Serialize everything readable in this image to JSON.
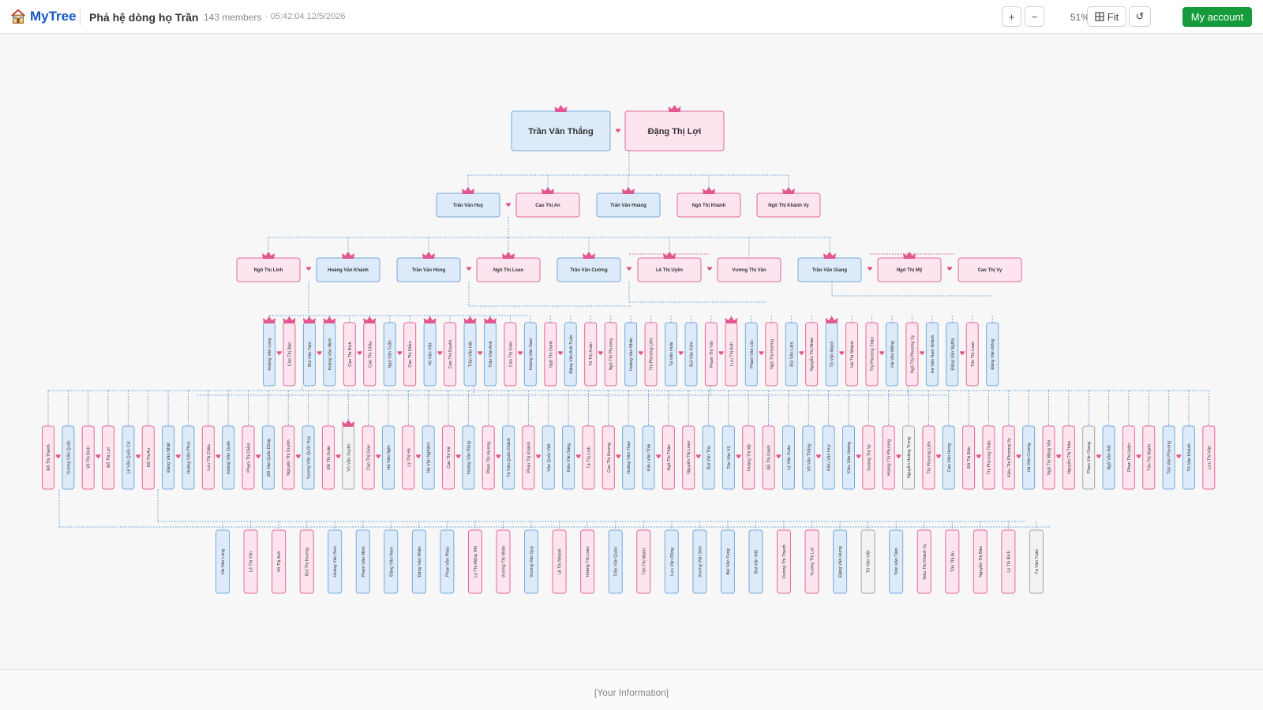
{
  "header": {
    "app_name": "MyTree",
    "tree_title": "Phả hệ dòng họ Trần",
    "members": "143 members",
    "stamp": "· 05:42:04 12/5/2026",
    "zoom_in": "+",
    "zoom_out": "−",
    "zoom_level": "51%",
    "fit_label": "Fit",
    "refresh": "↺",
    "account_label": "My account"
  },
  "colors": {
    "male_fill": "#dceaf9",
    "male_border": "#7aa9db",
    "female_fill": "#fde4ef",
    "female_border": "#e26a98",
    "unknown_fill": "#f2f2f2",
    "unknown_border": "#a8a8a8",
    "accent": "#e2578f",
    "account_bg": "#169b3c"
  },
  "tree": {
    "root": [
      {
        "name": "Trần Văn Thắng",
        "g": "m",
        "crown": true
      },
      {
        "name": "Đặng Thị Lợi",
        "g": "f",
        "crown": true
      }
    ],
    "gen1": [
      {
        "name": "Trần Văn Huy",
        "g": "m",
        "crown": true
      },
      {
        "name": "Cao Thị An",
        "g": "f",
        "crown": true
      },
      {
        "name": "Trần Văn Hoàng",
        "g": "m",
        "crown": true
      },
      {
        "name": "Ngô Thị Khánh",
        "g": "f",
        "crown": true
      },
      {
        "name": "Ngô Thị Khánh Vy",
        "g": "f",
        "crown": true
      }
    ],
    "gen2": [
      {
        "name": "Ngô Thị Linh",
        "g": "f",
        "crown": true
      },
      {
        "name": "Hoàng Văn Khánh",
        "g": "m",
        "crown": true
      },
      {
        "name": "Trần Văn Hùng",
        "g": "m",
        "crown": true
      },
      {
        "name": "Ngô Thị Loan",
        "g": "f",
        "crown": true
      },
      {
        "name": "Trần Văn Cường",
        "g": "m",
        "crown": true
      },
      {
        "name": "Lê Thị Uyên",
        "g": "f",
        "crown": true
      },
      {
        "name": "Vương Thị Vân",
        "g": "f",
        "crown": false
      },
      {
        "name": "Trần Văn Giang",
        "g": "m",
        "crown": true
      },
      {
        "name": "Ngô Thị Mỹ",
        "g": "f",
        "crown": true
      },
      {
        "name": "Cao Thị Vy",
        "g": "f",
        "crown": false
      }
    ],
    "gen3": [
      {
        "name": "Hoàng Văn Long",
        "g": "m",
        "crown": true
      },
      {
        "name": "Cao Thị Bảo",
        "g": "f",
        "crown": true
      },
      {
        "name": "Bùi Văn Tâm",
        "g": "m",
        "crown": true
      },
      {
        "name": "Hoàng Văn Minh",
        "g": "m",
        "crown": true
      },
      {
        "name": "Cao Thị Bích",
        "g": "f",
        "crown": false
      },
      {
        "name": "Cao Thị Châu",
        "g": "f",
        "crown": true
      },
      {
        "name": "Ngô Văn Tuấn",
        "g": "m",
        "crown": false
      },
      {
        "name": "Cao Thị Diễm",
        "g": "f",
        "crown": false
      },
      {
        "name": "Vũ Văn Việt",
        "g": "m",
        "crown": true
      },
      {
        "name": "Cao Thị Duyên",
        "g": "f",
        "crown": false
      },
      {
        "name": "Trần Văn Hải",
        "g": "m",
        "crown": true
      },
      {
        "name": "Trần Văn Anh",
        "g": "m",
        "crown": true
      },
      {
        "name": "Cao Thị Giao",
        "g": "f",
        "crown": false
      },
      {
        "name": "Hoàng Văn Nam",
        "g": "m",
        "crown": false
      },
      {
        "name": "Ngô Thị Oanh",
        "g": "f",
        "crown": false
      },
      {
        "name": "Đặng Văn Anh Tuấn",
        "g": "m",
        "crown": false
      },
      {
        "name": "Tô Thị Xuân",
        "g": "f",
        "crown": false
      },
      {
        "name": "Ngô Thị Phương",
        "g": "f",
        "crown": false
      },
      {
        "name": "Hoàng Văn Nhân",
        "g": "m",
        "crown": false
      },
      {
        "name": "Thị Phương Liên",
        "g": "f",
        "crown": false
      },
      {
        "name": "Tạ Văn Hoài",
        "g": "m",
        "crown": false
      },
      {
        "name": "Bùi Văn Kiên",
        "g": "m",
        "crown": false
      },
      {
        "name": "Phạm Thị Yến",
        "g": "f",
        "crown": false
      },
      {
        "name": "Lưu Thị Anh",
        "g": "f",
        "crown": true
      },
      {
        "name": "Phạm Văn Lộc",
        "g": "m",
        "crown": false
      },
      {
        "name": "Ngô Thị Hương",
        "g": "f",
        "crown": false
      },
      {
        "name": "Bùi Văn Lâm",
        "g": "m",
        "crown": false
      },
      {
        "name": "Nguyễn Thị Nhàn",
        "g": "f",
        "crown": false
      },
      {
        "name": "Tô Văn Mạnh",
        "g": "m",
        "crown": true
      },
      {
        "name": "Hà Thị Nhành",
        "g": "f",
        "crown": false
      },
      {
        "name": "Thị Phương Thảo",
        "g": "f",
        "crown": false
      },
      {
        "name": "Hà Văn Mộng",
        "g": "m",
        "crown": false
      },
      {
        "name": "Ngô Thị Phương Vy",
        "g": "f",
        "crown": false
      },
      {
        "name": "Hà Văn Nam Khánh",
        "g": "m",
        "crown": false
      },
      {
        "name": "Đặng Văn Nghĩa",
        "g": "m",
        "crown": false
      },
      {
        "name": "Tôn Thị Loan",
        "g": "f",
        "crown": false
      },
      {
        "name": "Đặng Văn Đông",
        "g": "m",
        "crown": false
      }
    ],
    "gen4": [
      {
        "name": "Đỗ Thị Thanh",
        "g": "f",
        "crown": false
      },
      {
        "name": "Vương Văn Quốc",
        "g": "m",
        "crown": false
      },
      {
        "name": "Võ Thị Bích",
        "g": "f",
        "crown": false
      },
      {
        "name": "Đỗ Thị Lợi",
        "g": "f",
        "crown": false
      },
      {
        "name": "Lê Văn Quốc Cơ",
        "g": "m",
        "crown": false
      },
      {
        "name": "Đỗ Thị An",
        "g": "f",
        "crown": false
      },
      {
        "name": "Đặng Văn Nhật",
        "g": "m",
        "crown": false
      },
      {
        "name": "Hoàng Văn Phúc",
        "g": "m",
        "crown": false
      },
      {
        "name": "Lưu Thị Châu",
        "g": "f",
        "crown": false
      },
      {
        "name": "Hoàng Văn Quân",
        "g": "m",
        "crown": false
      },
      {
        "name": "Phạm Thị Diễm",
        "g": "f",
        "crown": false
      },
      {
        "name": "Đỗ Văn Quốc Dũng",
        "g": "m",
        "crown": false
      },
      {
        "name": "Nguyễn Thị Duyên",
        "g": "f",
        "crown": false
      },
      {
        "name": "Vương Văn Quốc Huy",
        "g": "m",
        "crown": false
      },
      {
        "name": "Đỗ Thị Xuân",
        "g": "f",
        "crown": false
      },
      {
        "name": "Vũ Văn Xuyên",
        "g": "u",
        "crown": true
      },
      {
        "name": "Cao Thị Giao",
        "g": "f",
        "crown": false
      },
      {
        "name": "Hà Văn Nghi",
        "g": "m",
        "crown": false
      },
      {
        "name": "Lý Thị Hà",
        "g": "f",
        "crown": false
      },
      {
        "name": "Hà Văn Nghiêm",
        "g": "m",
        "crown": false
      },
      {
        "name": "Cao Thị Hà",
        "g": "f",
        "crown": false
      },
      {
        "name": "Hoàng Văn Rồng",
        "g": "m",
        "crown": false
      },
      {
        "name": "Phan Thị Hương",
        "g": "f",
        "crown": false
      },
      {
        "name": "Tạ Văn Quốc Khánh",
        "g": "m",
        "crown": false
      },
      {
        "name": "Phan Thị Khánh",
        "g": "f",
        "crown": false
      },
      {
        "name": "Văn Quốc Việt",
        "g": "m",
        "crown": false
      },
      {
        "name": "Kiều Văn Sáng",
        "g": "m",
        "crown": false
      },
      {
        "name": "Tạ Thị Linh",
        "g": "f",
        "crown": false
      },
      {
        "name": "Cao Thị Hương",
        "g": "f",
        "crown": false
      },
      {
        "name": "Hoàng Văn Thạo",
        "g": "m",
        "crown": false
      },
      {
        "name": "Kiều Văn Thái",
        "g": "m",
        "crown": false
      },
      {
        "name": "Ngô Thị Thảo",
        "g": "f",
        "crown": false
      },
      {
        "name": "Nguyễn Thị Loan",
        "g": "f",
        "crown": false
      },
      {
        "name": "Bùi Văn Thọ",
        "g": "m",
        "crown": false
      },
      {
        "name": "Tôn Văn Vũ",
        "g": "m",
        "crown": false
      },
      {
        "name": "Hoàng Thị Mỹ",
        "g": "f",
        "crown": false
      },
      {
        "name": "Đỗ Thị Oanh",
        "g": "f",
        "crown": false
      },
      {
        "name": "Lý Văn Xuân",
        "g": "m",
        "crown": false
      },
      {
        "name": "Võ Văn Thắng",
        "g": "m",
        "crown": false
      },
      {
        "name": "Kiều Văn Huy",
        "g": "m",
        "crown": false
      },
      {
        "name": "Kiều Văn Hoàng",
        "g": "m",
        "crown": false
      },
      {
        "name": "Vương Thị Vy",
        "g": "f",
        "crown": false
      },
      {
        "name": "Hoàng Thị Phương",
        "g": "f",
        "crown": false
      },
      {
        "name": "Nguyễn Hoàng Trung",
        "g": "u",
        "crown": false
      },
      {
        "name": "Thị Phương Liên",
        "g": "f",
        "crown": false
      },
      {
        "name": "Cao Văn Hưng",
        "g": "m",
        "crown": false
      },
      {
        "name": "Đỗ Thị Bảo",
        "g": "f",
        "crown": false
      },
      {
        "name": "Thị Phương Thảo",
        "g": "f",
        "crown": false
      },
      {
        "name": "Kiều Thị Phương Vy",
        "g": "f",
        "crown": false
      },
      {
        "name": "Hà Văn Cường",
        "g": "m",
        "crown": false
      },
      {
        "name": "Ngô Thị Mộng Nhi",
        "g": "f",
        "crown": false
      },
      {
        "name": "Nguyễn Thị Thảo",
        "g": "f",
        "crown": false
      },
      {
        "name": "Phan Văn Giang",
        "g": "u",
        "crown": false
      },
      {
        "name": "Ngô Văn Hải",
        "g": "m",
        "crown": false
      },
      {
        "name": "Phan Thị Uyên",
        "g": "f",
        "crown": false
      },
      {
        "name": "Tôn Thị Mạnh",
        "g": "f",
        "crown": false
      },
      {
        "name": "Tôn Văn Phương",
        "g": "m",
        "crown": false
      },
      {
        "name": "Tô Văn Khánh",
        "g": "m",
        "crown": false
      },
      {
        "name": "Lưu Thị Vân",
        "g": "f",
        "crown": false
      }
    ],
    "gen5": [
      {
        "name": "Hà Văn Long",
        "g": "m",
        "crown": false
      },
      {
        "name": "Lê Thị Yến",
        "g": "f",
        "crown": false
      },
      {
        "name": "Võ Thị Anh",
        "g": "f",
        "crown": false
      },
      {
        "name": "Bùi Thị Hương",
        "g": "f",
        "crown": false
      },
      {
        "name": "Hoàng Văn Sơn",
        "g": "m",
        "crown": false
      },
      {
        "name": "Phạm Văn Minh",
        "g": "m",
        "crown": false
      },
      {
        "name": "Đặng Văn Nam",
        "g": "m",
        "crown": false
      },
      {
        "name": "Đặng Văn Nhân",
        "g": "m",
        "crown": false
      },
      {
        "name": "Phan Văn Phúc",
        "g": "m",
        "crown": false
      },
      {
        "name": "Lý Thị Mộng Nhi",
        "g": "f",
        "crown": false
      },
      {
        "name": "Vương Thị Nhàn",
        "g": "f",
        "crown": false
      },
      {
        "name": "Vương Văn Quý",
        "g": "m",
        "crown": false
      },
      {
        "name": "Lê Thị Nhành",
        "g": "f",
        "crown": false
      },
      {
        "name": "Hoàng Thị Loan",
        "g": "f",
        "crown": false
      },
      {
        "name": "Trần Văn Quân",
        "g": "m",
        "crown": false
      },
      {
        "name": "Tôn Thị Mạnh",
        "g": "f",
        "crown": false
      },
      {
        "name": "Lưu Văn Rồng",
        "g": "m",
        "crown": false
      },
      {
        "name": "Vương Văn Sơn",
        "g": "m",
        "crown": false
      },
      {
        "name": "Bùi Văn Tùng",
        "g": "m",
        "crown": false
      },
      {
        "name": "Bùi Văn Việt",
        "g": "m",
        "crown": false
      },
      {
        "name": "Vương Thị Thanh",
        "g": "f",
        "crown": false
      },
      {
        "name": "Vương Thị Lợi",
        "g": "f",
        "crown": false
      },
      {
        "name": "Đặng Văn Hưng",
        "g": "m",
        "crown": false
      },
      {
        "name": "Tô Văn Việt",
        "g": "u",
        "crown": false
      },
      {
        "name": "Trần Văn Tâm",
        "g": "m",
        "crown": false
      },
      {
        "name": "Kiều Thị Khánh Vy",
        "g": "f",
        "crown": false
      },
      {
        "name": "Tôn Thị An",
        "g": "f",
        "crown": false
      },
      {
        "name": "Nguyễn Thị Bảo",
        "g": "f",
        "crown": false
      },
      {
        "name": "Lý Thị Bích",
        "g": "f",
        "crown": false
      },
      {
        "name": "Tạ Văn Tuấn",
        "g": "u",
        "crown": false
      }
    ]
  },
  "footer": {
    "text": "[Your Information]"
  }
}
